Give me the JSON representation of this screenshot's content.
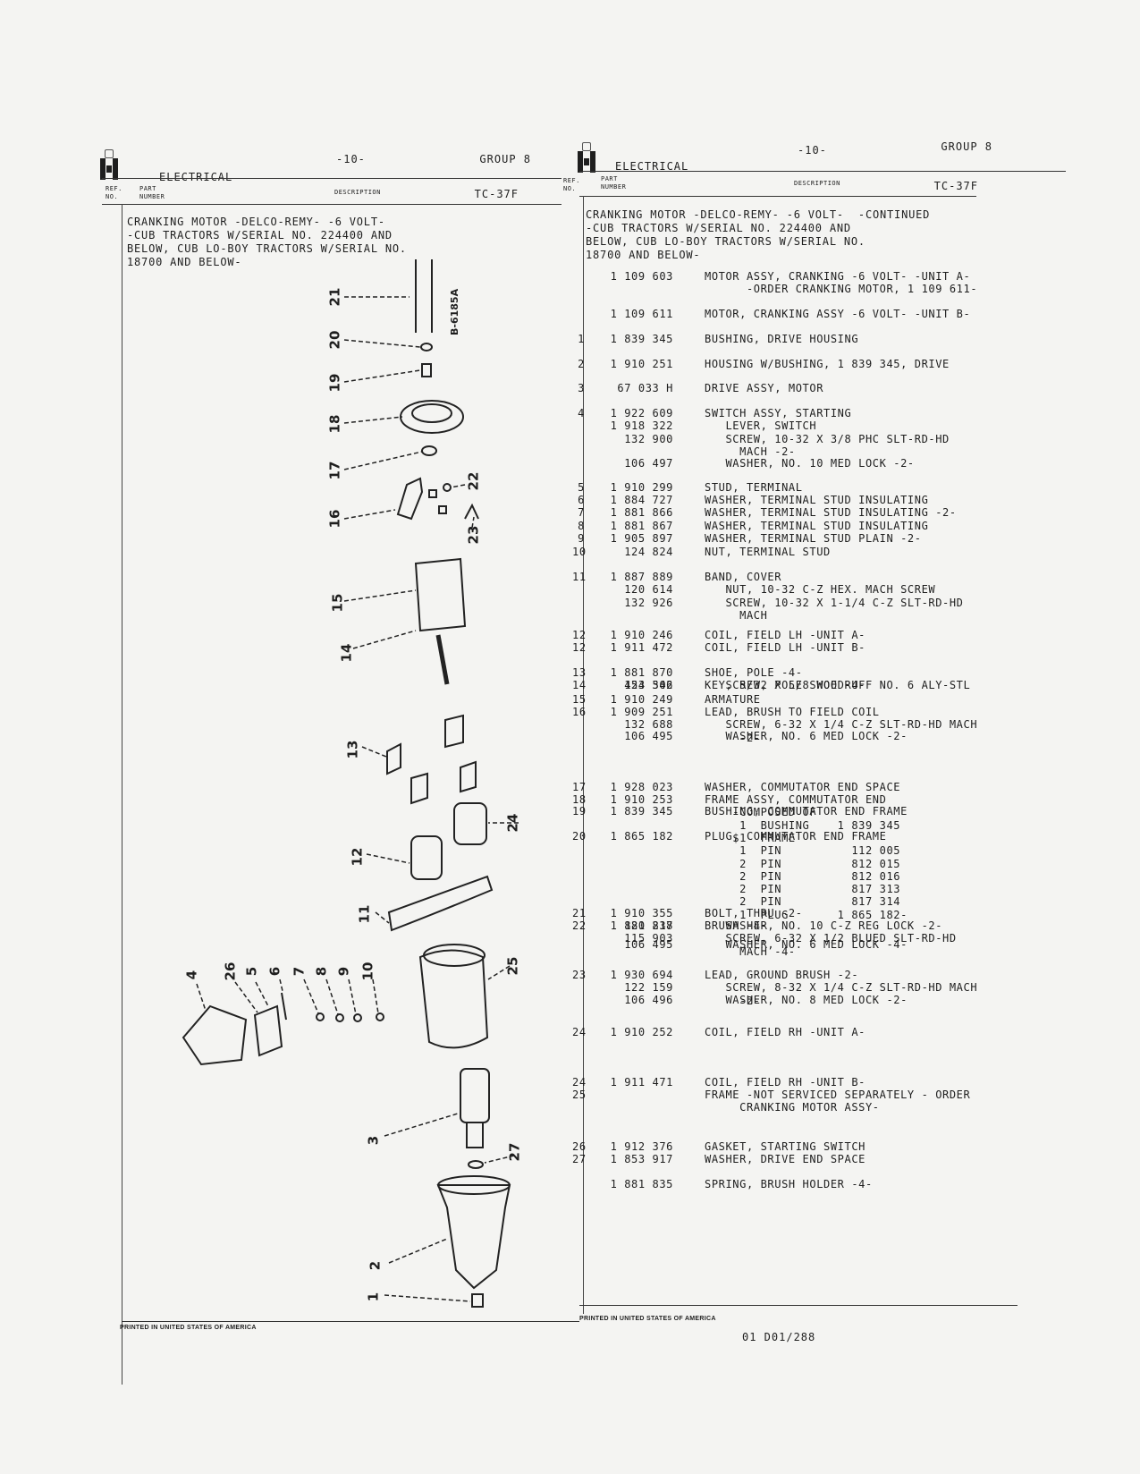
{
  "left": {
    "page_marker": "-10-",
    "group": "GROUP  8",
    "section": "ELECTRICAL",
    "col_ref": "REF.\nNO.",
    "col_part": "PART\nNUMBER",
    "col_desc": "DESCRIPTION",
    "catalog": "TC-37F",
    "title": "CRANKING MOTOR -DELCO-REMY- -6 VOLT-\n-CUB TRACTORS W/SERIAL NO. 224400 AND\nBELOW, CUB LO-BOY TRACTORS W/SERIAL NO.\n18700 AND BELOW-",
    "footer": "PRINTED IN UNITED STATES OF AMERICA",
    "diagram": {
      "figure_id": "B-6185A",
      "callouts": [
        "1",
        "2",
        "3",
        "4",
        "5",
        "6",
        "7",
        "8",
        "9",
        "10",
        "11",
        "12",
        "13",
        "14",
        "15",
        "16",
        "17",
        "18",
        "19",
        "20",
        "21",
        "22",
        "23",
        "24",
        "25",
        "26",
        "27"
      ]
    }
  },
  "right": {
    "page_marker": "-10-",
    "group": "GROUP  8",
    "section": "ELECTRICAL",
    "col_ref": "REF.\nNO.",
    "col_part": "PART\nNUMBER",
    "col_desc": "DESCRIPTION",
    "catalog": "TC-37F",
    "title": "CRANKING MOTOR -DELCO-REMY- -6 VOLT-  -CONTINUED\n-CUB TRACTORS W/SERIAL NO. 224400 AND\nBELOW, CUB LO-BOY TRACTORS W/SERIAL NO.\n18700 AND BELOW-",
    "footer": "PRINTED IN UNITED STATES OF AMERICA",
    "doc_number": "01 D01/288",
    "parts": [
      {
        "ref": "",
        "lines": [
          {
            "part": "1 109 603",
            "desc": "MOTOR ASSY, CRANKING -6 VOLT- -UNIT A-"
          },
          {
            "part": "",
            "desc": "      -ORDER CRANKING MOTOR, 1 109 611-"
          }
        ]
      },
      {
        "ref": "",
        "lines": [
          {
            "part": "1 109 611",
            "desc": "MOTOR, CRANKING ASSY -6 VOLT- -UNIT B-"
          }
        ]
      },
      {
        "ref": "1",
        "lines": [
          {
            "part": "1 839 345",
            "desc": "BUSHING, DRIVE HOUSING"
          }
        ]
      },
      {
        "ref": "2",
        "lines": [
          {
            "part": "1 910 251",
            "desc": "HOUSING W/BUSHING, 1 839 345, DRIVE"
          }
        ]
      },
      {
        "ref": "3",
        "lines": [
          {
            "part": "  67 033 H",
            "desc": "DRIVE ASSY, MOTOR"
          }
        ]
      },
      {
        "ref": "4",
        "lines": [
          {
            "part": "1 922 609",
            "desc": "SWITCH ASSY, STARTING"
          },
          {
            "part": "1 918 322",
            "desc": "   LEVER, SWITCH"
          },
          {
            "part": "  132 900",
            "desc": "   SCREW, 10-32 X 3/8 PHC SLT-RD-HD"
          },
          {
            "part": "",
            "desc": "     MACH -2-"
          }
        ]
      },
      {
        "ref": "",
        "lines": [
          {
            "part": "  106 497",
            "desc": "   WASHER, NO. 10 MED LOCK -2-"
          }
        ]
      },
      {
        "ref": "5",
        "lines": [
          {
            "part": "1 910 299",
            "desc": "STUD, TERMINAL"
          }
        ]
      },
      {
        "ref": "6",
        "lines": [
          {
            "part": "1 884 727",
            "desc": "WASHER, TERMINAL STUD INSULATING"
          }
        ]
      },
      {
        "ref": "7",
        "lines": [
          {
            "part": "1 881 866",
            "desc": "WASHER, TERMINAL STUD INSULATING -2-"
          }
        ]
      },
      {
        "ref": "8",
        "lines": [
          {
            "part": "1 881 867",
            "desc": "WASHER, TERMINAL STUD INSULATING"
          }
        ]
      },
      {
        "ref": "9",
        "lines": [
          {
            "part": "1 905 897",
            "desc": "WASHER, TERMINAL STUD PLAIN -2-"
          }
        ]
      },
      {
        "ref": "10",
        "lines": [
          {
            "part": "  124 824",
            "desc": "NUT, TERMINAL STUD"
          }
        ]
      },
      {
        "ref": "11",
        "lines": [
          {
            "part": "1 887 889",
            "desc": "BAND, COVER"
          },
          {
            "part": "  120 614",
            "desc": "   NUT, 10-32 C-Z HEX. MACH SCREW"
          },
          {
            "part": "  132 926",
            "desc": "   SCREW, 10-32 X 1-1/4 C-Z SLT-RD-HD"
          },
          {
            "part": "",
            "desc": "     MACH"
          }
        ]
      },
      {
        "ref": "12",
        "lines": [
          {
            "part": "1 910 246",
            "desc": "COIL, FIELD LH -UNIT A-"
          }
        ]
      },
      {
        "ref": "12",
        "lines": [
          {
            "part": "1 911 472",
            "desc": "COIL, FIELD LH -UNIT B-"
          }
        ]
      },
      {
        "ref": "13",
        "lines": [
          {
            "part": "1 881 870",
            "desc": "SHOE, POLE -4-"
          },
          {
            "part": "  453 302",
            "desc": "   SCREW, POLE SHOE -4-"
          }
        ]
      },
      {
        "ref": "14",
        "lines": [
          {
            "part": "  124 546",
            "desc": "KEY, 5/32 X 5/8 WOODRUFF NO. 6 ALY-STL"
          }
        ]
      },
      {
        "ref": "15",
        "lines": [
          {
            "part": "1 910 249",
            "desc": "ARMATURE"
          }
        ]
      },
      {
        "ref": "16",
        "lines": [
          {
            "part": "1 909 251",
            "desc": "LEAD, BRUSH TO FIELD COIL"
          },
          {
            "part": "  132 688",
            "desc": "   SCREW, 6-32 X 1/4 C-Z SLT-RD-HD MACH"
          },
          {
            "part": "",
            "desc": "     -2-"
          }
        ]
      },
      {
        "ref": "",
        "lines": [
          {
            "part": "  106 495",
            "desc": "   WASHER, NO. 6 MED LOCK -2-"
          }
        ]
      },
      {
        "ref": "17",
        "lines": [
          {
            "part": "1 928 023",
            "desc": "WASHER, COMMUTATOR END SPACE"
          }
        ]
      },
      {
        "ref": "18",
        "lines": [
          {
            "part": "1 910 253",
            "desc": "FRAME ASSY, COMMUTATOR END"
          },
          {
            "part": "",
            "desc": "    -COMPOSED OF"
          },
          {
            "part": "",
            "desc": "     1  BUSHING    1 839 345"
          },
          {
            "part": "",
            "desc": "    $1  FRAME"
          },
          {
            "part": "",
            "desc": "     1  PIN          112 005"
          },
          {
            "part": "",
            "desc": "     2  PIN          812 015"
          },
          {
            "part": "",
            "desc": "     2  PIN          812 016"
          },
          {
            "part": "",
            "desc": "     2  PIN          817 313"
          },
          {
            "part": "",
            "desc": "     2  PIN          817 314"
          },
          {
            "part": "",
            "desc": "     1  PLUG       1 865 182-"
          }
        ]
      },
      {
        "ref": "19",
        "lines": [
          {
            "part": "1 839 345",
            "desc": "BUSHING, COMMUTATOR END FRAME"
          }
        ]
      },
      {
        "ref": "20",
        "lines": [
          {
            "part": "1 865 182",
            "desc": "PLUG, COMMUTATOR END FRAME"
          }
        ]
      },
      {
        "ref": "21",
        "lines": [
          {
            "part": "1 910 355",
            "desc": "BOLT, THRU -2-"
          },
          {
            "part": "  120 217",
            "desc": "   WASHER, NO. 10 C-Z REG LOCK -2-"
          }
        ]
      },
      {
        "ref": "22",
        "lines": [
          {
            "part": "1 881 838",
            "desc": "BRUSH -4-"
          },
          {
            "part": "  115 903",
            "desc": "   SCREW, 6-32 X 1/2 BLUED SLT-RD-HD"
          },
          {
            "part": "",
            "desc": "     MACH -4-"
          }
        ]
      },
      {
        "ref": "",
        "lines": [
          {
            "part": "  106 495",
            "desc": "   WASHER, NO. 6 MED LOCK -4-"
          }
        ]
      },
      {
        "ref": "23",
        "lines": [
          {
            "part": "1 930 694",
            "desc": "LEAD, GROUND BRUSH -2-"
          },
          {
            "part": "  122 159",
            "desc": "   SCREW, 8-32 X 1/4 C-Z SLT-RD-HD MACH"
          },
          {
            "part": "",
            "desc": "     -2-"
          }
        ]
      },
      {
        "ref": "",
        "lines": [
          {
            "part": "  106 496",
            "desc": "   WASHER, NO. 8 MED LOCK -2-"
          }
        ]
      },
      {
        "ref": "24",
        "lines": [
          {
            "part": "1 910 252",
            "desc": "COIL, FIELD RH -UNIT A-"
          }
        ]
      },
      {
        "ref": "24",
        "lines": [
          {
            "part": "1 911 471",
            "desc": "COIL, FIELD RH -UNIT B-"
          }
        ]
      },
      {
        "ref": "25",
        "lines": [
          {
            "part": "",
            "desc": "FRAME -NOT SERVICED SEPARATELY - ORDER"
          },
          {
            "part": "",
            "desc": "     CRANKING MOTOR ASSY-"
          }
        ]
      },
      {
        "ref": "26",
        "lines": [
          {
            "part": "1 912 376",
            "desc": "GASKET, STARTING SWITCH"
          }
        ]
      },
      {
        "ref": "27",
        "lines": [
          {
            "part": "1 853 917",
            "desc": "WASHER, DRIVE END SPACE"
          }
        ]
      },
      {
        "ref": "",
        "lines": [
          {
            "part": "1 881 835",
            "desc": "SPRING, BRUSH HOLDER -4-"
          }
        ]
      }
    ]
  }
}
